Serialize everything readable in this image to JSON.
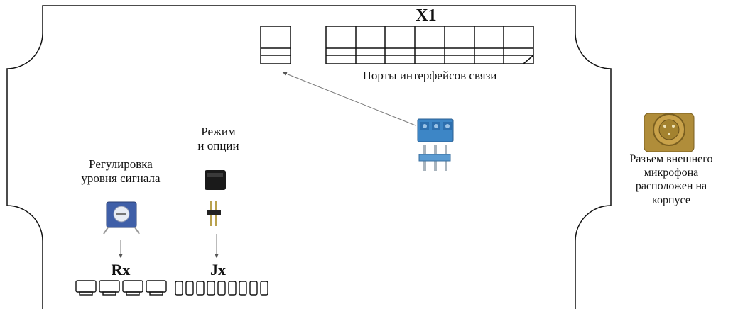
{
  "labels": {
    "x1": "X1",
    "ports": "Порты интерфейсов связи",
    "mode": "Режим\nи опции",
    "level": "Регулировка\nуровня сигнала",
    "rx": "Rx",
    "jx": "Jx",
    "mic": "Разъем внешнего\nмикрофона\nрасположен на\nкорпусе"
  },
  "colors": {
    "outline": "#111111",
    "terminal_block": "#3d86c6",
    "pin": "#5b9bd1",
    "jumper": "#1a1a1a",
    "trimmer_body": "#3f5fa8",
    "connector_gold": "#b08d3a",
    "arrow": "#555555"
  },
  "icons": {
    "terminal_block": "blue-screw-terminal-icon",
    "jumper": "jumper-cap-icon",
    "trimmer": "trimmer-potentiometer-icon",
    "mic_connector": "round-panel-connector-icon"
  }
}
